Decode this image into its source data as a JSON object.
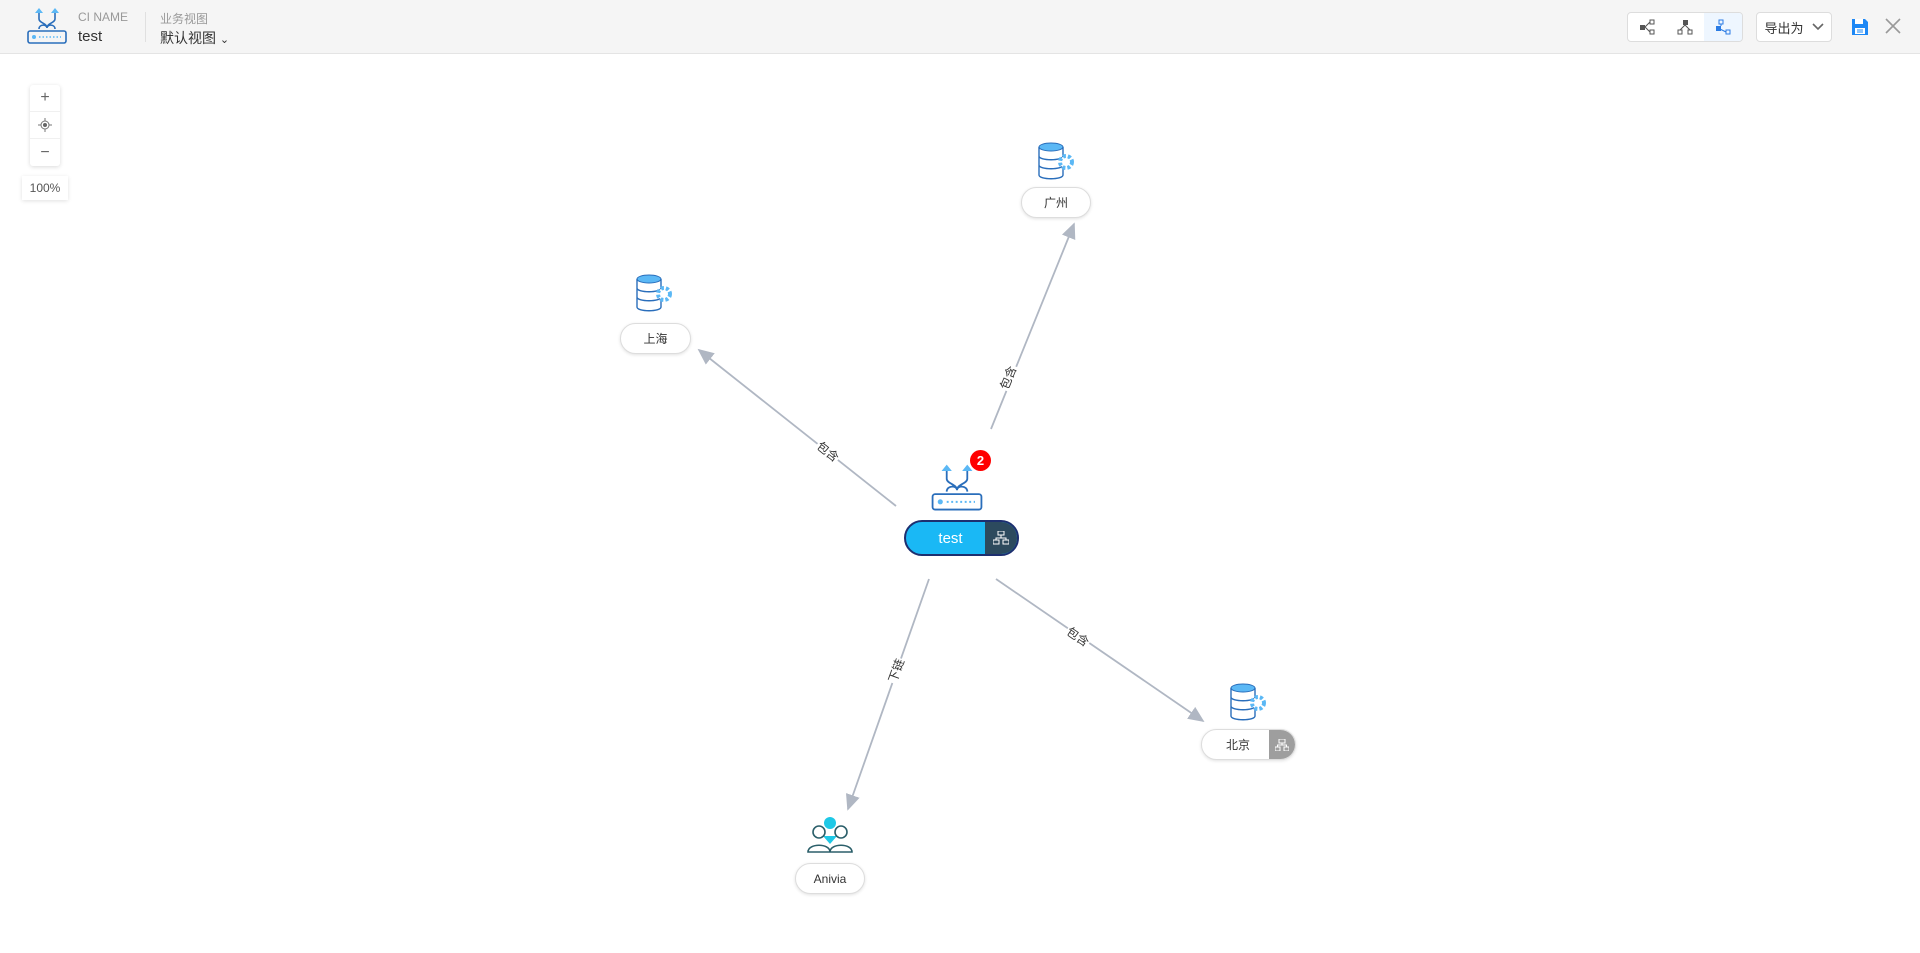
{
  "header": {
    "ci_label": "CI NAME",
    "ci_name": "test",
    "view_label": "业务视图",
    "view_value": "默认视图",
    "export_label": "导出为"
  },
  "zoom": {
    "level": "100%",
    "plus": "+",
    "minus": "−"
  },
  "nodes": {
    "center": "test",
    "center_badge": "2",
    "guangzhou": "广州",
    "shanghai": "上海",
    "beijing": "北京",
    "anivia": "Anivia"
  },
  "edges": {
    "shanghai": "包含",
    "guangzhou": "包含",
    "beijing": "包含",
    "anivia": "下链"
  },
  "colors": {
    "accent": "#1ab8f5",
    "edge": "#b0b7c3",
    "badge": "#ff0000"
  }
}
